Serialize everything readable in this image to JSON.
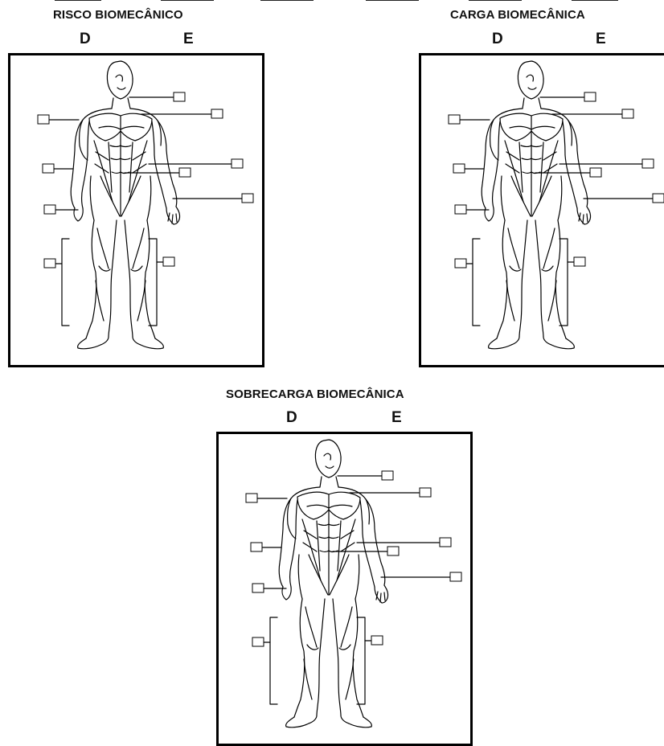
{
  "panels": {
    "risco": {
      "title": "RISCO BIOMECÂNICO",
      "right": "D",
      "left": "E"
    },
    "carga": {
      "title": "CARGA BIOMECÂNICA",
      "right": "D",
      "left": "E"
    },
    "sobrecarga": {
      "title": "SOBRECARGA BIOMECÂNICA",
      "right": "D",
      "left": "E"
    }
  },
  "colors": {
    "ink": "#000000",
    "paper": "#ffffff",
    "faint_watermark": "#efeeee"
  }
}
